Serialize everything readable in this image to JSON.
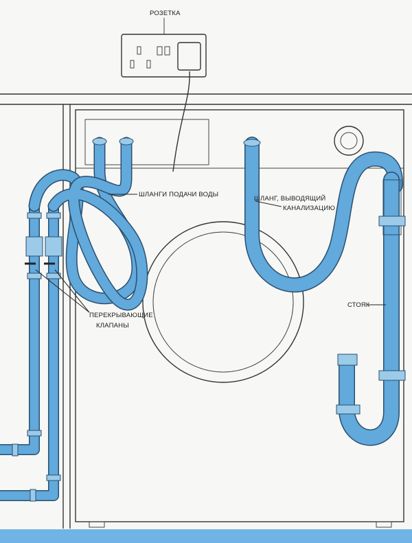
{
  "labels": {
    "socket": "РОЗЕТКА",
    "supply_hoses": "ШЛАНГИ ПОДАЧИ ВОДЫ",
    "drain_hose_line1": "ШЛАНГ, ВЫВОДЯЩИЙ",
    "drain_hose_line2": "КАНАЛИЗАЦИЮ",
    "shutoff_valves_line1": "ПЕРЕКРЫВАЮЩИЕ",
    "shutoff_valves_line2": "КЛАПАНЫ",
    "riser": "СТОЯК"
  },
  "colors": {
    "pipe": "#62a9dc",
    "pipe_outline": "#2a4f6e",
    "line": "#333333",
    "floor": "#6fb4e4",
    "background": "#f7f7f5"
  }
}
